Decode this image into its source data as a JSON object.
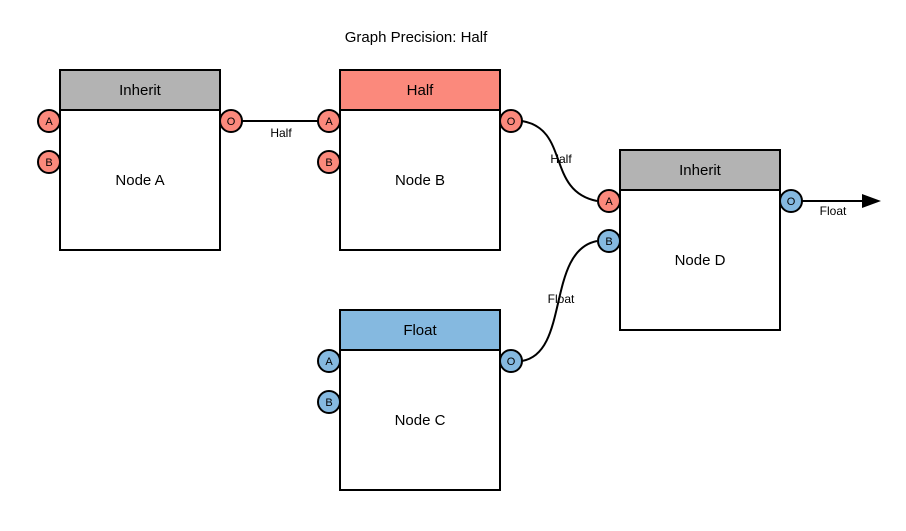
{
  "title": "Graph Precision: Half",
  "colors": {
    "salmon": "#FB897C",
    "blue": "#85B9E0",
    "gray": "#B3B3B3",
    "node_fill": "#FFFFFF",
    "stroke": "#000000",
    "background": "#FFFFFF"
  },
  "nodes": [
    {
      "header": "Inherit",
      "label": "Node A",
      "header_color": "gray",
      "ports": {
        "a": "A",
        "b": "B",
        "out": "O"
      },
      "port_colors": {
        "a": "salmon",
        "b": "salmon",
        "out": "salmon"
      }
    },
    {
      "header": "Half",
      "label": "Node B",
      "header_color": "salmon",
      "ports": {
        "a": "A",
        "b": "B",
        "out": "O"
      },
      "port_colors": {
        "a": "salmon",
        "b": "salmon",
        "out": "salmon"
      }
    },
    {
      "header": "Float",
      "label": "Node C",
      "header_color": "blue",
      "ports": {
        "a": "A",
        "b": "B",
        "out": "O"
      },
      "port_colors": {
        "a": "blue",
        "b": "blue",
        "out": "blue"
      }
    },
    {
      "header": "Inherit",
      "label": "Node D",
      "header_color": "gray",
      "ports": {
        "a": "A",
        "b": "B",
        "out": "O"
      },
      "port_colors": {
        "a": "salmon",
        "b": "blue",
        "out": "blue"
      }
    }
  ],
  "edges": [
    {
      "label": "Half",
      "from": "Node A output O",
      "to": "Node B input A",
      "shape": "straight"
    },
    {
      "label": "Half",
      "from": "Node B output O",
      "to": "Node D input A",
      "shape": "s-curve"
    },
    {
      "label": "Float",
      "from": "Node C output O",
      "to": "Node D input B",
      "shape": "s-curve"
    },
    {
      "label": "Float",
      "from": "Node D output O",
      "to": "graph output arrow",
      "shape": "arrow"
    }
  ]
}
